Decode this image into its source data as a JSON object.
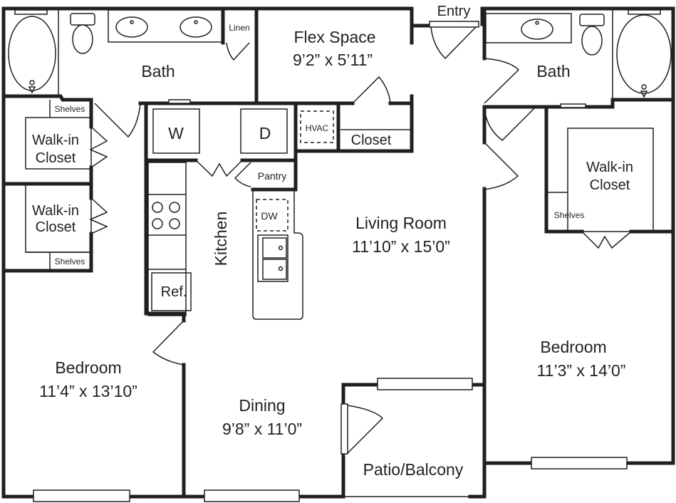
{
  "plan": {
    "labels": {
      "entry": "Entry",
      "linen": "Linen",
      "flex_space": {
        "name": "Flex Space",
        "dims": "9’2” x 5’11”"
      },
      "bath_left": "Bath",
      "bath_right": "Bath",
      "shelves_left_top": "Shelves",
      "shelves_left_bottom": "Shelves",
      "shelves_right": "Shelves",
      "walkin_left_top": {
        "line1": "Walk-in",
        "line2": "Closet"
      },
      "walkin_left_bottom": {
        "line1": "Walk-in",
        "line2": "Closet"
      },
      "walkin_right": {
        "line1": "Walk-in",
        "line2": "Closet"
      },
      "washer": "W",
      "dryer": "D",
      "hvac": "HVAC",
      "closet": "Closet",
      "pantry": "Pantry",
      "dishwasher": "DW",
      "kitchen": "Kitchen",
      "refrigerator": "Ref.",
      "living_room": {
        "name": "Living Room",
        "dims": "11’10” x 15’0”"
      },
      "bedroom_left": {
        "name": "Bedroom",
        "dims": "11’4” x 13’10”"
      },
      "dining": {
        "name": "Dining",
        "dims": "9’8” x 11’0”"
      },
      "bedroom_right": {
        "name": "Bedroom",
        "dims": "11’3” x 14’0”"
      },
      "patio": "Patio/Balcony"
    },
    "colors": {
      "ink": "#231f20",
      "background": "#ffffff"
    }
  }
}
